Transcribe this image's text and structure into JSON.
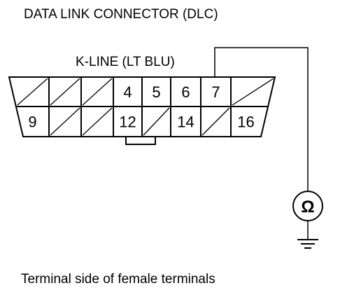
{
  "title": "DATA LINK CONNECTOR (DLC)",
  "wire_label": "K-LINE (LT BLU)",
  "connector": {
    "top_row": [
      "",
      "",
      "",
      "4",
      "5",
      "6",
      "7",
      ""
    ],
    "bottom_row": [
      "9",
      "",
      "",
      "12",
      "",
      "14",
      "",
      "16"
    ]
  },
  "meter": {
    "symbol": "Ω",
    "icon": "ohmmeter-icon"
  },
  "ground": {
    "icon": "ground-icon"
  },
  "caption": "Terminal side of female terminals"
}
